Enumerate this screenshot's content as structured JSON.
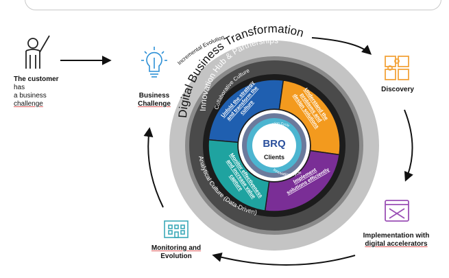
{
  "customer": {
    "line1_bold": "The customer",
    "line1_rest": " has",
    "line2": "a business",
    "line3": "challenge"
  },
  "steps": {
    "business_challenge": [
      "Business",
      "Challenge"
    ],
    "discovery": "Discovery",
    "implementation": [
      "Implementation with",
      "digital accelerators"
    ],
    "monitoring": [
      "Monitoring and",
      "Evolution"
    ]
  },
  "wheel": {
    "incremental": "Incremental Evolution",
    "outer": "Digital Business Transformation",
    "hub": "Innovation Hub & Partnerships",
    "collab": "Collaborative Culture",
    "analytical": "Analytical Culture (Data-Driven)",
    "cycle_top": "Innovation Cycle",
    "cycle_bottom": "Innovation Cycle",
    "center_logo": "BRQ",
    "center_label": "Clients",
    "segments": [
      {
        "lines": [
          "Unfold the strategy",
          "and transform the",
          "culture"
        ],
        "color": "#1f5fb0"
      },
      {
        "lines": [
          "Understand the",
          "problems and",
          "design solutions"
        ],
        "color": "#f39a1e"
      },
      {
        "lines": [
          "Implement",
          "solutions efficiently"
        ],
        "color": "#7a2e96"
      },
      {
        "lines": [
          "Monitor effectiveness",
          "and increase value",
          "capture"
        ],
        "color": "#1fa3a0"
      }
    ]
  },
  "colors": {
    "outer_ring": "#c4c4c4",
    "dark_ring": "#4a4a4a",
    "hub_ring": "#1c1c1c",
    "center": "#4cb5d0",
    "icon_blue": "#2c8fd6",
    "icon_orange": "#f3a33a",
    "icon_purple": "#9a4fb5",
    "icon_teal": "#3aa9b8"
  }
}
